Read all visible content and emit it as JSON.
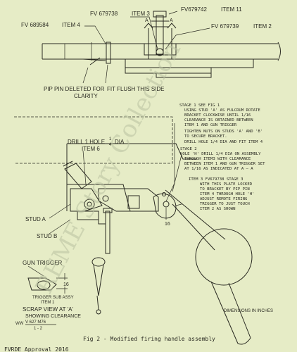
{
  "labels": {
    "fv679738": "FV 679738",
    "item3_top": "ITEM 3",
    "fv679742": "FV679742",
    "item11": "ITEM 11",
    "fv689584": "FV 689584",
    "item4": "ITEM 4",
    "fv679739": "FV 679739",
    "item2": "ITEM 2",
    "a_left": "A",
    "a_right": "A",
    "pip_pin_1": "PIP PIN DELETED FOR",
    "pip_pin_2": "CLARITY",
    "fit_flush": "FIT FLUSH THIS SIDE",
    "drill_1": "DRILL 1 HOLE",
    "drill_frac_num": "1",
    "drill_frac_den": "4",
    "drill_dia": "DIA",
    "item6": "ITEM 6",
    "stud_a": "STUD A",
    "stud_b": "STUD B",
    "gun_trigger": "GUN TRIGGER",
    "trigger_sub_1": "TRIGGER SUB ASSY",
    "trigger_sub_2": "ITEM 1",
    "scrap_1": "SCRAP VIEW AT 'A'",
    "scrap_2": "SHOWING CLEARANCE",
    "ww_ref": "WW",
    "ww_num": "V 627 M76",
    "ww_sheet": "1 - 2",
    "dim_16_left": "16",
    "dim_16_right": "16",
    "dimensions": "DIMENSIONS IN INCHES"
  },
  "stages": [
    "STAGE 1  SEE FIG 1",
    "USING STUD 'A' AS FULCRUM ROTATE",
    "BRACKET CLOCKWISE UNTIL 1/16",
    "CLEARANCE IS OBTAINED BETWEEN",
    "ITEM 1 AND GUN TRIGGER",
    "TIGHTEN NUTS ON STUDS 'A' AND 'B'",
    "TO SECURE BRACKET.",
    "DRILL HOLE 1/4 DIA AND FIT ITEM 4",
    "STAGE 2",
    "HOLE 'H' DRILL 1/4 DIA ON ASSEMBLY",
    "THROUGH ITEM3 WITH CLEARANCE",
    "BETWEEN ITEM 1 AND GUN TRIGGER SET",
    "AT 1/16 AS INDICATED AT A — A",
    "ITEM 3 FV679738   STAGE 3",
    "WITH THIS PLATE LOCKED",
    "TO BRACKET BY PIP PIN",
    "ITEM 4 THROUGH HOLE 'H'",
    "ADJUST REMOTE FIRING",
    "TRIGGER TO JUST TOUCH",
    "ITEM 2 AS SHOWN"
  ],
  "caption": "Fig 2 - Modified firing handle assembly",
  "footer": "FVRDE Approval 2016",
  "watermark": "REME Story Collection",
  "colors": {
    "paper": "#e6ecc6",
    "ink": "#2a2a22",
    "watermark": "#b9c2a0"
  }
}
